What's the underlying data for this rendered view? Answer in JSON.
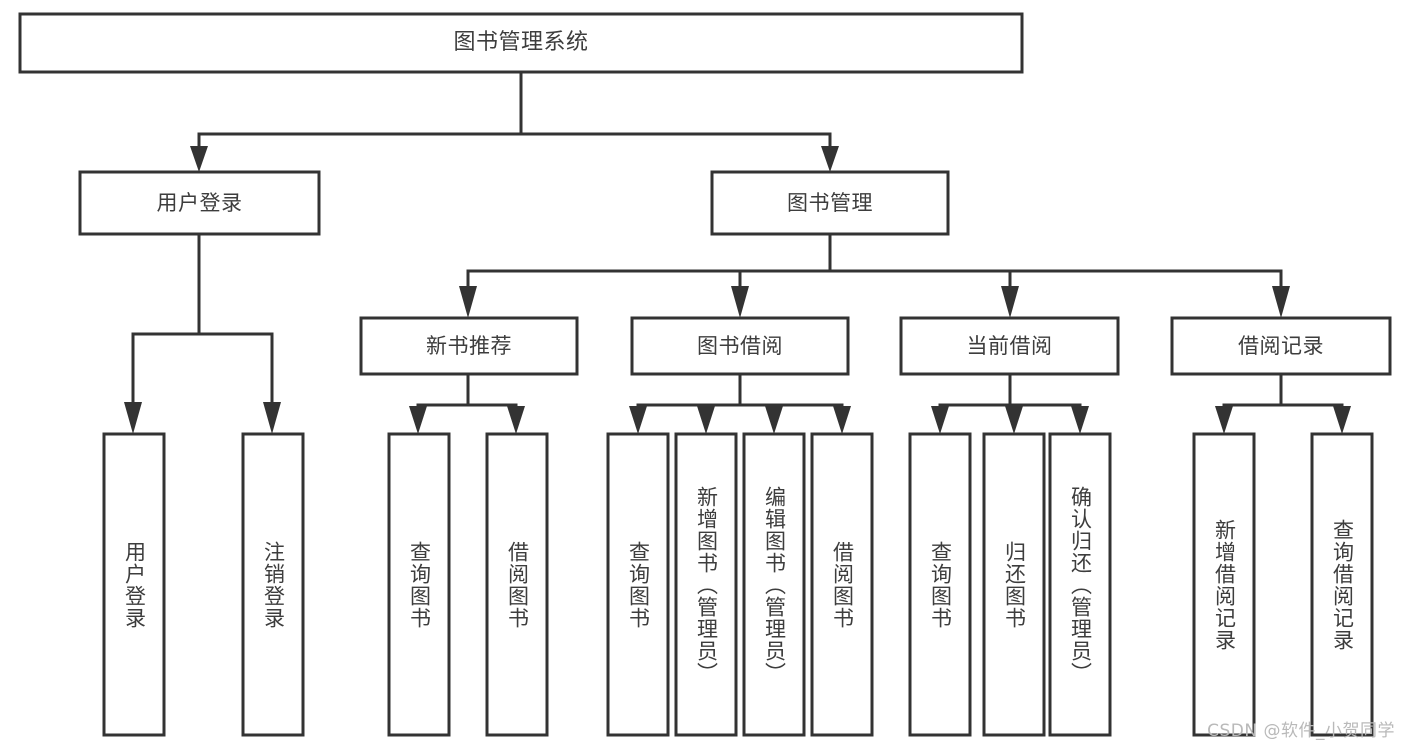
{
  "diagram": {
    "title": "图书管理系统",
    "watermark": "CSDN @软件_小贺同学",
    "colors": {
      "stroke": "#333333",
      "box_fill": "#ffffff",
      "text": "#3d3d3d",
      "background": "#ffffff",
      "watermark": "#b9b9b9"
    },
    "nodes": {
      "root": {
        "label": "图书管理系统"
      },
      "level2": [
        {
          "label": "用户登录"
        },
        {
          "label": "图书管理"
        }
      ],
      "level3": [
        {
          "label": "新书推荐"
        },
        {
          "label": "图书借阅"
        },
        {
          "label": "当前借阅"
        },
        {
          "label": "借阅记录"
        }
      ],
      "leaves": {
        "user_login": [
          {
            "label": "用户登录"
          },
          {
            "label": "注销登录"
          }
        ],
        "new_book_recommend": [
          {
            "label": "查询图书"
          },
          {
            "label": "借阅图书"
          }
        ],
        "book_borrow": [
          {
            "label": "查询图书"
          },
          {
            "label": "新增图书（管理员）"
          },
          {
            "label": "编辑图书（管理员）"
          },
          {
            "label": "借阅图书"
          }
        ],
        "current_borrow": [
          {
            "label": "查询图书"
          },
          {
            "label": "归还图书"
          },
          {
            "label": "确认归还（管理员）"
          }
        ],
        "borrow_records": [
          {
            "label": "新增借阅记录"
          },
          {
            "label": "查询借阅记录"
          }
        ]
      }
    }
  }
}
